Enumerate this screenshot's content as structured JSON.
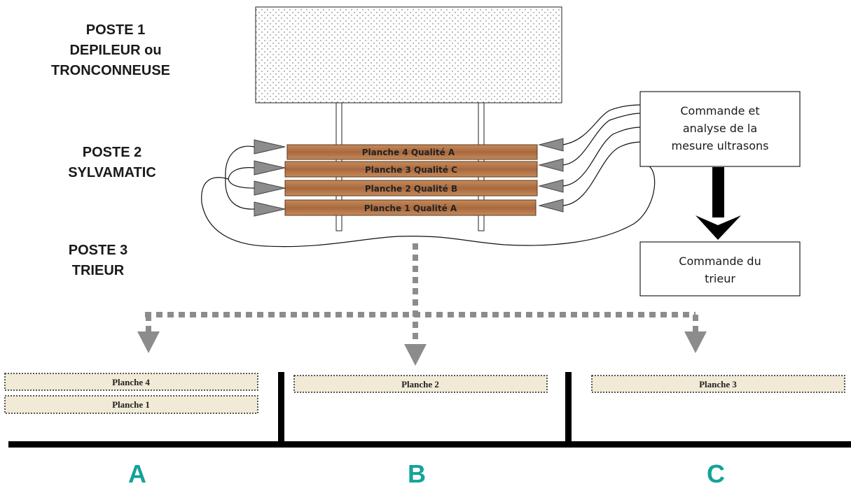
{
  "stations": {
    "s1": [
      "POSTE  1",
      "DEPILEUR ou",
      "TRONCONNEUSE"
    ],
    "s2": [
      "POSTE  2",
      "SYLVAMATIC"
    ],
    "s3": [
      "POSTE  3",
      "TRIEUR"
    ]
  },
  "boxes": {
    "analysis": [
      "Commande et",
      "analyse de la",
      "mesure ultrasons"
    ],
    "sorter": [
      "Commande du",
      "trieur"
    ]
  },
  "planks": [
    {
      "label": "Planche 4 Qualité A"
    },
    {
      "label": "Planche 3 Qualité C"
    },
    {
      "label": "Planche 2 Qualité B"
    },
    {
      "label": "Planche 1 Qualité A"
    }
  ],
  "bins": {
    "A": {
      "label": "A",
      "planks": [
        "Planche 4",
        "Planche 1"
      ]
    },
    "B": {
      "label": "B",
      "planks": [
        "Planche 2"
      ]
    },
    "C": {
      "label": "C",
      "planks": [
        "Planche 3"
      ]
    }
  },
  "colors": {
    "wood": "#b5764a",
    "wood_dark": "#8a552f",
    "arrow_gray": "#8c8c8c",
    "bin_label": "#12a39a",
    "sorted_plank": "#f1ead6"
  }
}
